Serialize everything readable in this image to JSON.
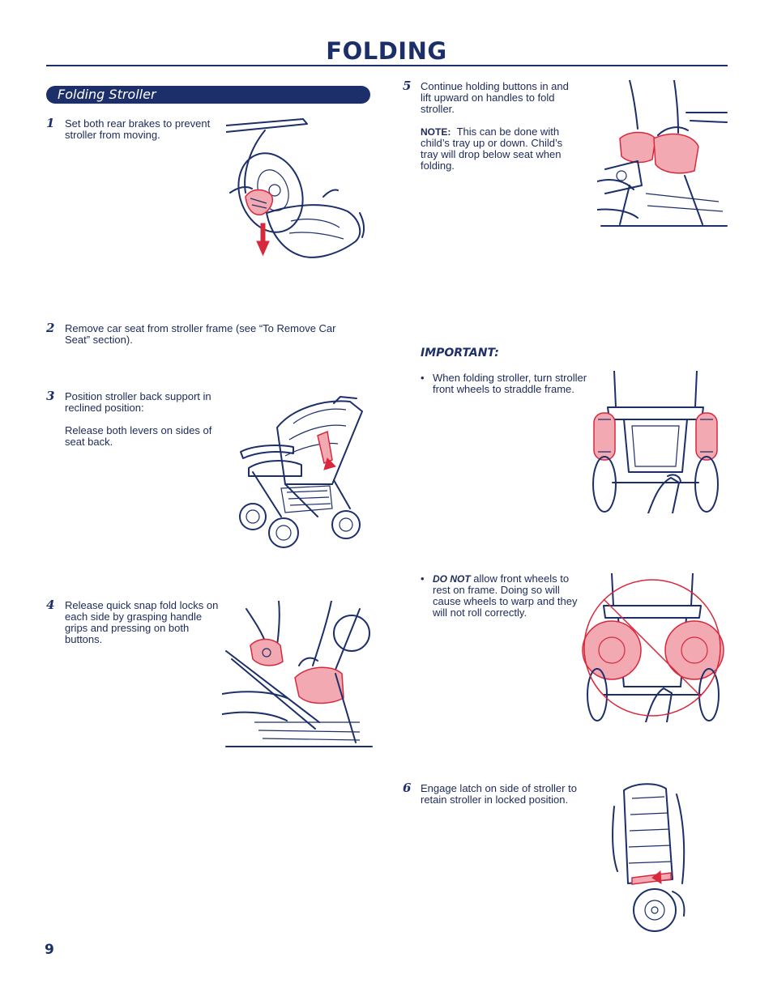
{
  "page": {
    "title": "FOLDING",
    "section": "Folding Stroller",
    "page_number": "9"
  },
  "steps": [
    {
      "num": "1",
      "text": "Set both rear brakes to prevent stroller from moving."
    },
    {
      "num": "2",
      "text": "Remove car seat from stroller frame (see “To Remove Car Seat” section)."
    },
    {
      "num": "3",
      "text": "Position stroller back support in reclined position:",
      "text2": "Release both levers on sides of seat back."
    },
    {
      "num": "4",
      "text": "Release quick snap fold locks on each side by grasping handle grips and pressing on both buttons."
    },
    {
      "num": "5",
      "text": "Continue holding buttons in and lift upward on handles to fold stroller.",
      "note_label": "NOTE:",
      "note": "This can be done with child’s tray up or down.  Child’s tray will drop below seat when folding."
    },
    {
      "num": "6",
      "text": "Engage latch on side of stroller to retain stroller in locked position."
    }
  ],
  "important": {
    "heading": "IMPORTANT:",
    "bullet1": "When folding stroller, turn stroller front wheels to straddle frame.",
    "bullet2_emphasis": "DO NOT",
    "bullet2_rest": "allow front wheels to rest on frame.  Doing so will cause wheels to warp and they will not roll correctly."
  },
  "colors": {
    "navy": "#1d2f6b",
    "highlight_pink": "#f2a9b2",
    "warning_red": "#d8283d"
  }
}
